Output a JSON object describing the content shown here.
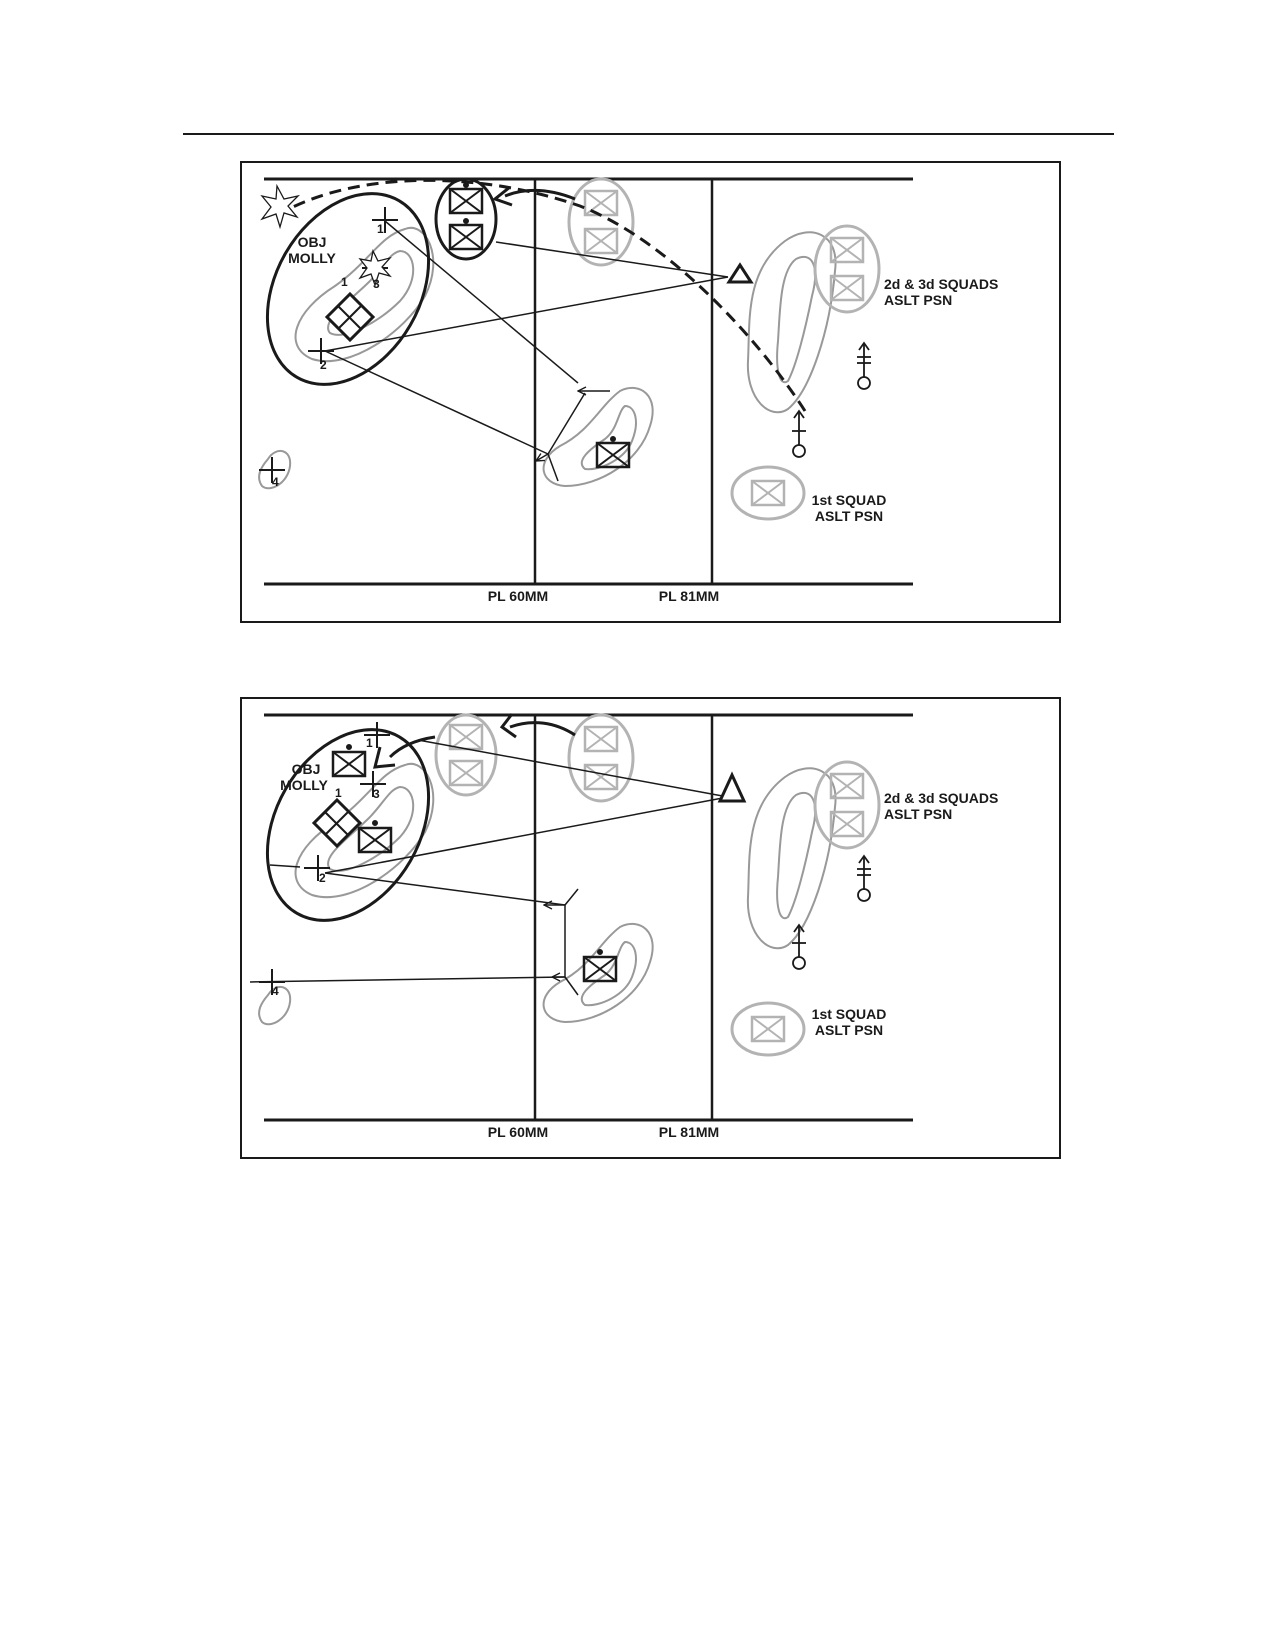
{
  "colors": {
    "ink": "#1a1a1a",
    "ghost": "#b3b3b3",
    "background": "#ffffff"
  },
  "panels": [
    {
      "objective_label": [
        "OBJ",
        "MOLLY"
      ],
      "phase_lines": [
        "PL 60MM",
        "PL 81MM"
      ],
      "squad_labels": {
        "assault_2_3": [
          "2d & 3d SQUADS",
          "ASLT PSN"
        ],
        "assault_1": [
          "1st SQUAD",
          "ASLT PSN"
        ]
      },
      "target_numbers": [
        "1",
        "2",
        "3",
        "4"
      ],
      "position_number": "1",
      "icons": [
        "explosion-icon",
        "infantry-unit-icon",
        "triangle-observation-post-icon",
        "diamond-enemy-icon",
        "target-cross-icon",
        "soldier-icon"
      ]
    },
    {
      "objective_label": [
        "OBJ",
        "MOLLY"
      ],
      "phase_lines": [
        "PL 60MM",
        "PL 81MM"
      ],
      "squad_labels": {
        "assault_2_3": [
          "2d & 3d SQUADS",
          "ASLT PSN"
        ],
        "assault_1": [
          "1st SQUAD",
          "ASLT PSN"
        ]
      },
      "target_numbers": [
        "1",
        "2",
        "3",
        "4"
      ],
      "position_number": "1",
      "icons": [
        "infantry-unit-icon",
        "triangle-observation-post-icon",
        "diamond-enemy-icon",
        "target-cross-icon",
        "soldier-icon"
      ]
    }
  ]
}
